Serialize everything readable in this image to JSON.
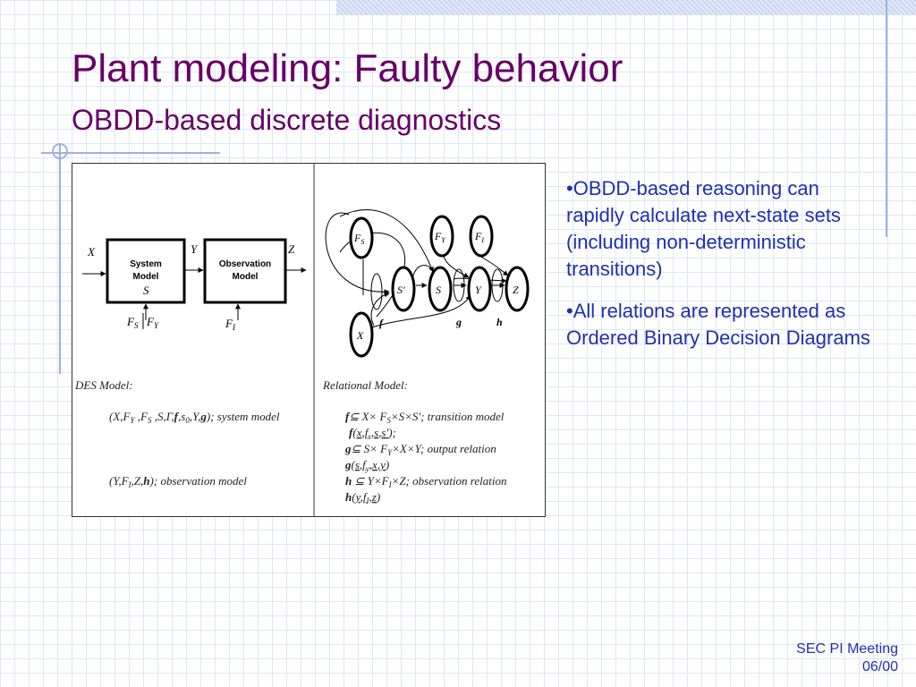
{
  "slide": {
    "title": "Plant modeling: Faulty behavior",
    "subtitle": "OBDD-based discrete diagnostics",
    "bullets": [
      "•OBDD-based reasoning can rapidly calculate next-state sets (including non-deterministic transitions)",
      "•All relations are represented as Ordered Binary Decision Diagrams"
    ],
    "footer": {
      "line1": "SEC PI Meeting",
      "line2": "06/00"
    }
  },
  "figure": {
    "left_diagram": {
      "input_x": "X",
      "signal_y": "Y",
      "output_z": "Z",
      "system_box": {
        "line1": "System",
        "line2": "Model",
        "state": "S"
      },
      "observation_box": {
        "line1": "Observation",
        "line2": "Model"
      },
      "fault_fs": "F",
      "fault_fs_sub": "S",
      "fault_fy": "F",
      "fault_fy_sub": "Y",
      "fault_fi": "F",
      "fault_fi_sub": "I"
    },
    "right_diagram": {
      "nodes": {
        "fs": {
          "label": "F",
          "sub": "S"
        },
        "fy": {
          "label": "F",
          "sub": "Y"
        },
        "fi": {
          "label": "F",
          "sub": "I"
        },
        "sprime": {
          "label": "S'"
        },
        "s": {
          "label": "S"
        },
        "y": {
          "label": "Y"
        },
        "z": {
          "label": "Z"
        },
        "x": {
          "label": "X"
        }
      },
      "labels": {
        "f": "f",
        "g": "g",
        "h": "h"
      }
    },
    "des_model": {
      "heading": "DES Model:",
      "system_model": "(X,F",
      "system_model_sub1": "Y",
      "system_model_mid1": " ,F",
      "system_model_sub2": "S",
      "system_model_mid2": " ,S,Γ,",
      "system_model_f": "f",
      "system_model_mid3": ",s",
      "system_model_sub3": "0",
      "system_model_mid4": ",Y,",
      "system_model_g": "g",
      "system_model_end": ");  system model",
      "observation_model": "(Y,F",
      "observation_model_sub": "I",
      "observation_model_mid": ",Z,",
      "observation_model_h": "h",
      "observation_model_end": ");  observation model"
    },
    "relational_model": {
      "heading": "Relational Model:",
      "f_rel_bold": "f",
      "f_rel_a": "⊆ X× F",
      "f_rel_sub": "S",
      "f_rel_b": "×S×S';  transition model",
      "f_args_bold": "f",
      "f_args_open": "(",
      "f_arg1": "x",
      "f_args_sep1": ",",
      "f_arg2": "f",
      "f_arg2_sub": "s",
      "f_args_sep2": ",",
      "f_arg3": "s",
      "f_args_sep3": ",",
      "f_arg4": "s'",
      "f_args_close": ");",
      "g_rel_bold": "g",
      "g_rel_a": "⊆ S× F",
      "g_rel_sub": "Y",
      "g_rel_b": "×X×Y;  output relation",
      "g_args_bold": "g",
      "g_args_open": "(",
      "g_arg1": "s",
      "g_args_sep1": ",",
      "g_arg2": "f",
      "g_arg2_sub": "y",
      "g_args_sep2": ",",
      "g_arg3": "x",
      "g_args_sep3": ",",
      "g_arg4": "y",
      "g_args_close": ")",
      "h_rel_bold": "h",
      "h_rel_a": " ⊆ Y×F",
      "h_rel_sub": "I",
      "h_rel_b": "×Z; observation relation",
      "h_args_bold": "h",
      "h_args_open": "(",
      "h_arg1": "y",
      "h_args_sep1": ",",
      "h_arg2": "f",
      "h_arg2_sub": "I",
      "h_args_sep2": ",",
      "h_arg3": "z",
      "h_args_close": ")"
    }
  }
}
